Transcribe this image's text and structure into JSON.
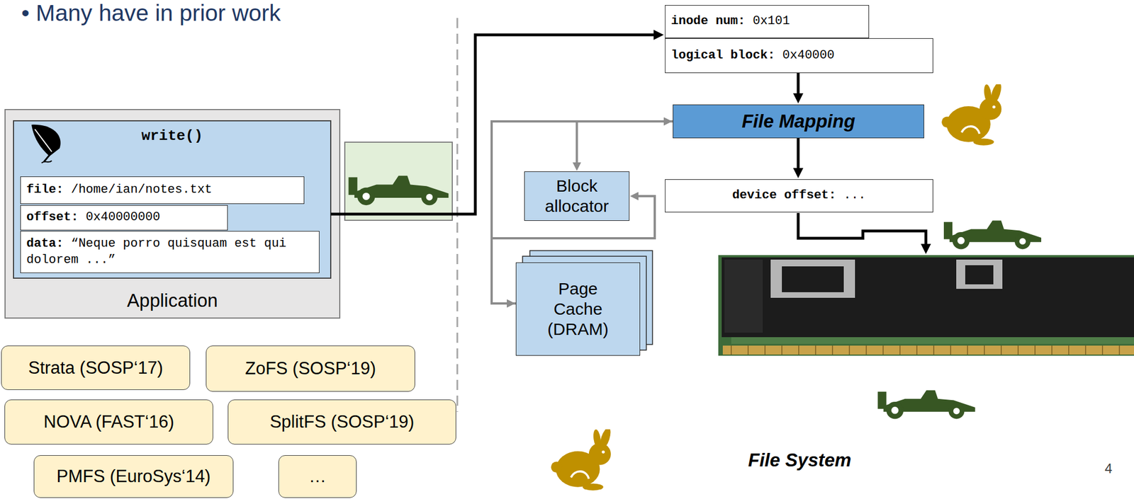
{
  "diagram": {
    "nodes": [
      {
        "text": [
          "Application"
        ]
      },
      {
        "text": [
          "write()"
        ],
        "in": 0
      },
      {
        "text": [
          "file:",
          "/home/ian/notes.txt"
        ],
        "in": 1
      },
      {
        "text": [
          "offset:",
          "0x40000000"
        ],
        "in": 1
      },
      {
        "text": [
          "data:",
          "“Neque porro quisquam est qui dolorem ...”"
        ],
        "in": 1
      },
      {
        "text": [
          "inode num:",
          "0x101"
        ]
      },
      {
        "text": [
          "logical block:",
          "0x40000"
        ]
      },
      {
        "text": [
          "File Mapping"
        ]
      },
      {
        "text": [
          "device offset:",
          "..."
        ]
      },
      {
        "text": [
          "Block allocator"
        ]
      },
      {
        "text": [
          "Page Cache (DRAM)"
        ]
      },
      {
        "text": [
          "Strata (SOSP‘17)"
        ]
      },
      {
        "text": [
          "ZoFS (SOSP‘19)"
        ]
      },
      {
        "text": [
          "NOVA (FAST‘16)"
        ]
      },
      {
        "text": [
          "SplitFS (SOSP‘19)"
        ]
      },
      {
        "text": [
          "PMFS (EuroSys‘14)"
        ]
      },
      {
        "text": [
          "…"
        ]
      }
    ],
    "edges": [
      {
        "from": 1,
        "to": 5,
        "arrow": "to"
      },
      {
        "from": 6,
        "to": 7,
        "arrow": "to"
      },
      {
        "from": 7,
        "to": 8,
        "arrow": "to"
      },
      {
        "from": 7,
        "to": 10,
        "arrow": "both"
      },
      {
        "from": 7,
        "to": 9,
        "arrow": "to"
      },
      {
        "from": 10,
        "to": 9,
        "arrow": "to"
      }
    ],
    "labels": [
      "• Many have in prior work",
      "File System",
      "4"
    ]
  }
}
